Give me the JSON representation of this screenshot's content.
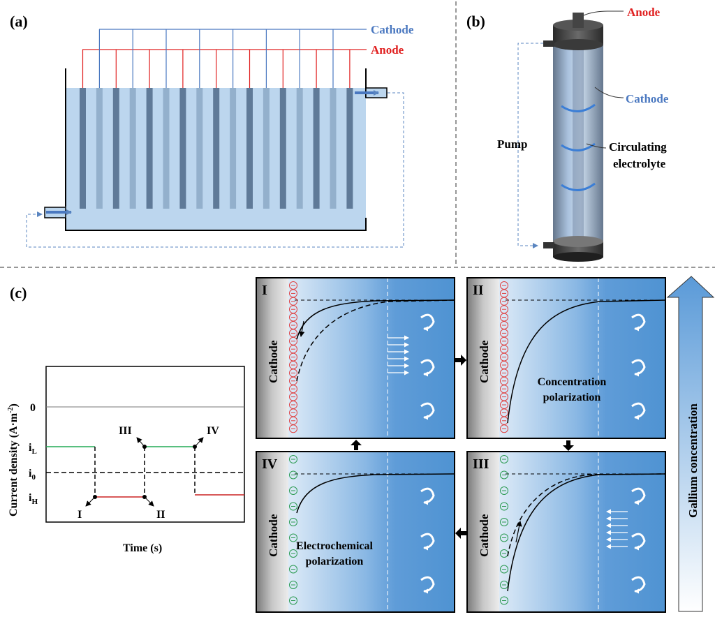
{
  "panel_labels": {
    "a": "(a)",
    "b": "(b)",
    "c": "(c)"
  },
  "panel_a": {
    "cathode_label": "Cathode",
    "anode_label": "Anode"
  },
  "panel_b": {
    "anode_label": "Anode",
    "cathode_label": "Cathode",
    "pump_label": "Pump",
    "circulating_line1": "Circulating",
    "circulating_line2": "electrolyte"
  },
  "panel_c": {
    "ylabel": "Current density (A·m",
    "ylabel_sup": "-2",
    "ylabel_close": ")",
    "xlabel": "Time (s)",
    "ticks": {
      "zero": "0",
      "iL_base": "i",
      "iL_sub": "L",
      "i0_base": "i",
      "i0_sub": "0",
      "iH_base": "i",
      "iH_sub": "H"
    },
    "points": {
      "p1": "I",
      "p2": "II",
      "p3": "III",
      "p4": "IV"
    },
    "boxes": {
      "b1": {
        "numeral": "I",
        "side": "Cathode"
      },
      "b2": {
        "numeral": "II",
        "side": "Cathode",
        "caption_line1": "Concentration",
        "caption_line2": "polarization"
      },
      "b3": {
        "numeral": "III",
        "side": "Cathode"
      },
      "b4": {
        "numeral": "IV",
        "side": "Cathode",
        "caption_line1": "Electrochemical",
        "caption_line2": "polarization"
      }
    },
    "gradient_label": "Gallium concentration"
  },
  "colors": {
    "cathode_blue": "#4a78c0",
    "anode_red": "#e02020",
    "electrolyte": "#bcd6ee",
    "anode_plate": "#5f7a98",
    "cathode_plate": "#93b0cc",
    "box_blue": "#4f93d2",
    "line_green": "#22aa55",
    "line_red": "#cc2222",
    "neg_red": "#e04040",
    "neg_green": "#2a9a50"
  }
}
